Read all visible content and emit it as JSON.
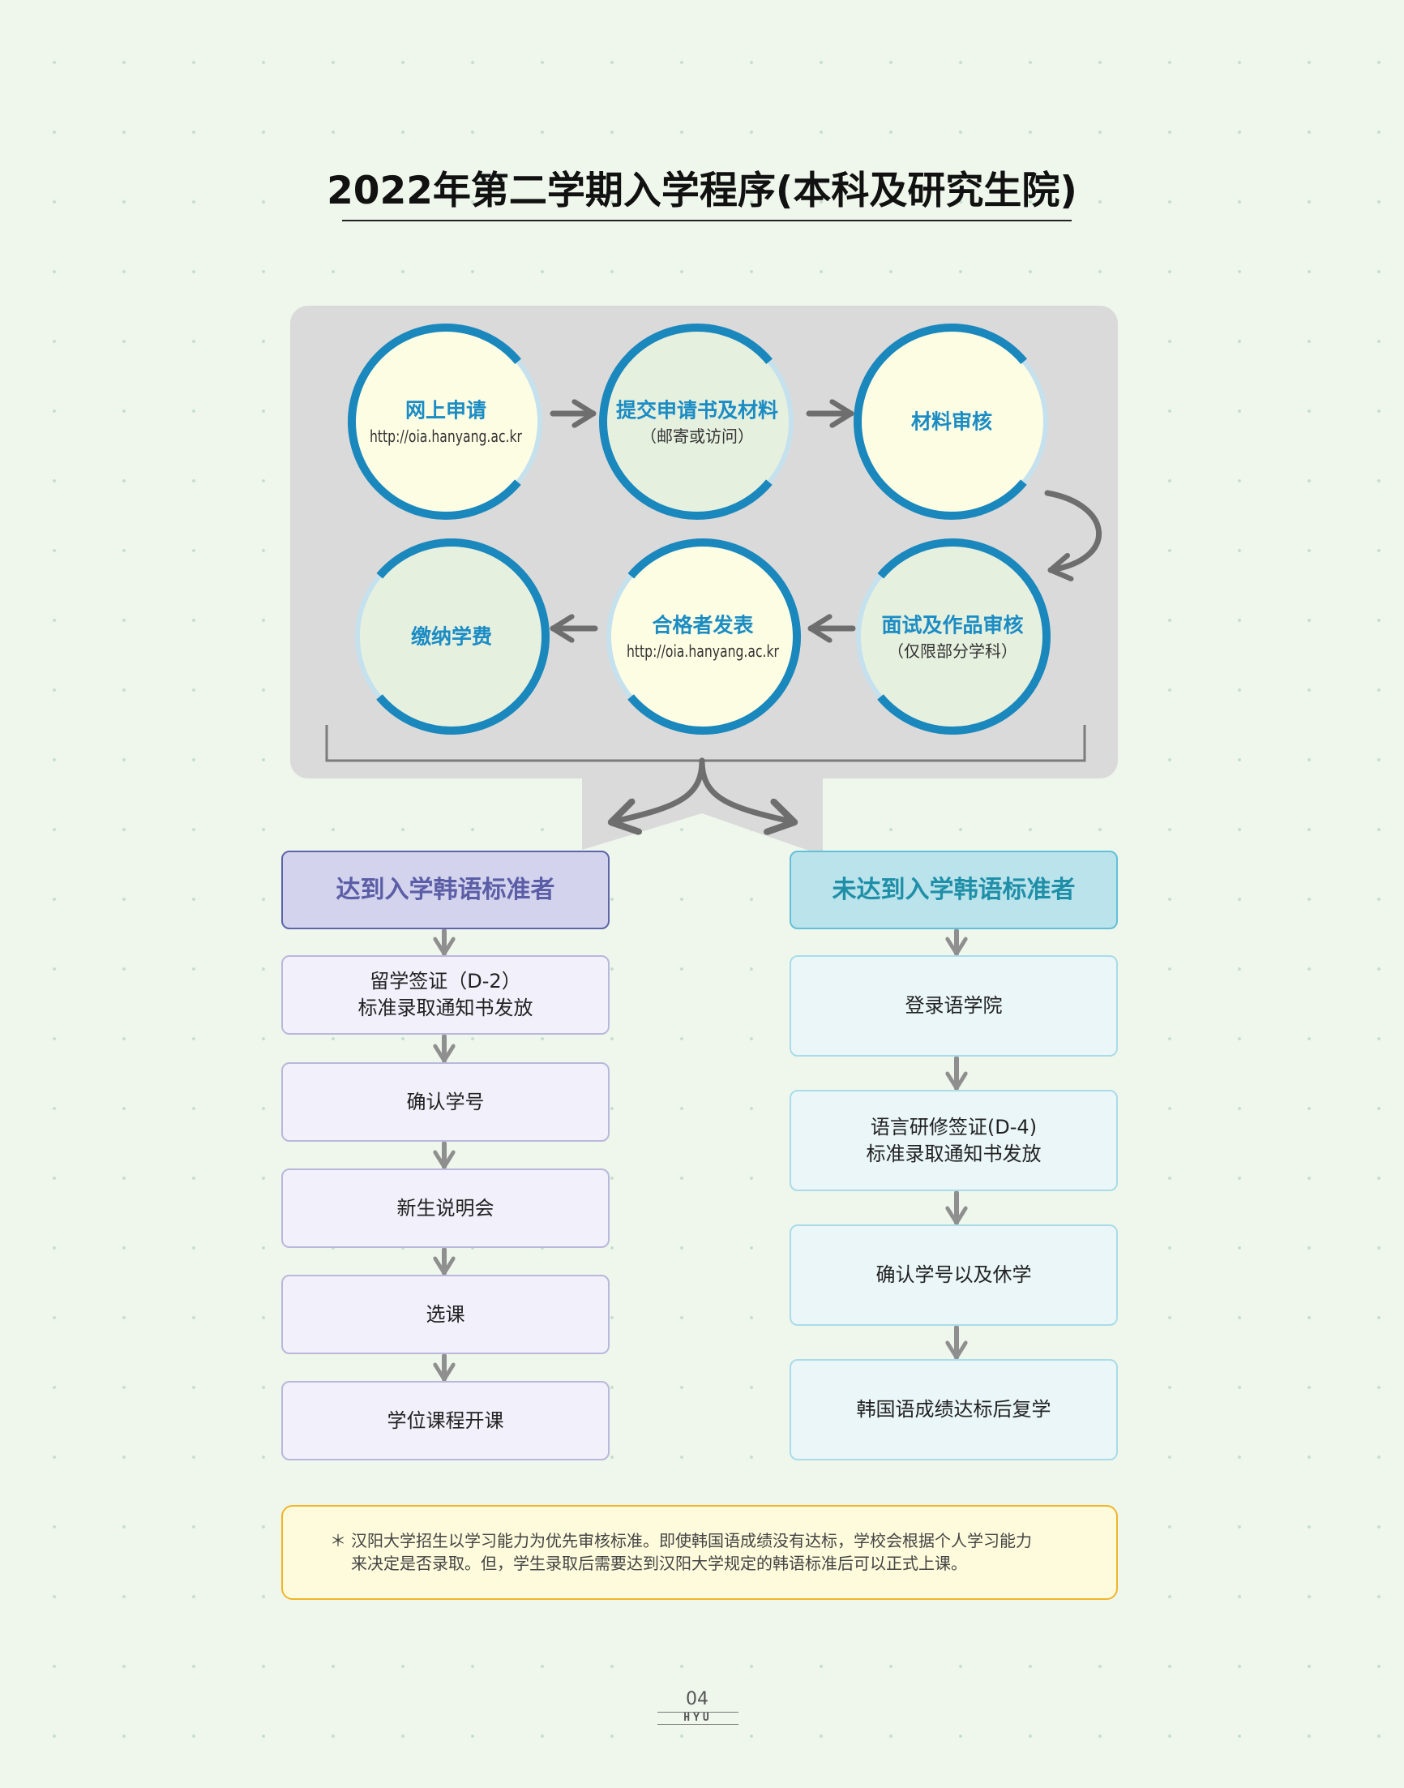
{
  "page_title": "2022年第二学期入学程序(本科及研究生院)",
  "process_steps": [
    {
      "title": "网上申请",
      "subtitle": "http://oia.hanyang.ac.kr"
    },
    {
      "title": "提交申请书及材料",
      "subtitle": "（邮寄或访问）"
    },
    {
      "title": "材料审核"
    },
    {
      "title": "面试及作品审核",
      "subtitle": "（仅限部分学科）"
    },
    {
      "title": "合格者发表",
      "subtitle": "http://oia.hanyang.ac.kr"
    },
    {
      "title": "缴纳学费"
    }
  ],
  "branches": {
    "meets_korean_standard": {
      "header": "达到入学韩语标准者",
      "steps": [
        {
          "lines": [
            "留学签证（D-2）",
            "标准录取通知书发放"
          ]
        },
        {
          "lines": [
            "确认学号"
          ]
        },
        {
          "lines": [
            "新生说明会"
          ]
        },
        {
          "lines": [
            "选课"
          ]
        },
        {
          "lines": [
            "学位课程开课"
          ]
        }
      ]
    },
    "below_korean_standard": {
      "header": "未达到入学韩语标准者",
      "steps": [
        {
          "lines": [
            "登录语学院"
          ]
        },
        {
          "lines": [
            "语言研修签证(D-4)",
            "标准录取通知书发放"
          ]
        },
        {
          "lines": [
            "确认学号以及休学"
          ]
        },
        {
          "lines": [
            "韩国语成绩达标后复学"
          ]
        }
      ]
    }
  },
  "note": {
    "marker": "＊",
    "lines": [
      "汉阳大学招生以学习能力为优先审核标准。即使韩国语成绩没有达标，学校会根据个人学习能力",
      "来决定是否录取。但，学生录取后需要达到汉阳大学规定的韩语标准后可以正式上课。"
    ]
  },
  "footer": {
    "page_number": "04",
    "brand": "HYU"
  },
  "colors": {
    "background": "#eff7ec",
    "panel": "#dadada",
    "bracket": "#7b7b7b",
    "ring": "#1a87bd",
    "ring_light": "#c6e1ee",
    "circle_yellow": "#fdfde4",
    "circle_green": "#e6f0df",
    "step_title": "#1b8cc4",
    "arrow": "#6e6e6e",
    "arrow_light": "#8f8f8f",
    "left_header_fill": "#d3d3ed",
    "left_header_border": "#5d65aa",
    "left_header_text": "#5b5ea6",
    "left_step_fill": "#f1f0fb",
    "left_step_border": "#b9b8dc",
    "right_header_fill": "#bae3ec",
    "right_header_border": "#63c0d6",
    "right_header_text": "#1f8fa8",
    "right_step_fill": "#eaf6f8",
    "right_step_border": "#a9dce8",
    "note_fill": "#fefbdc",
    "note_border": "#f1b429"
  }
}
